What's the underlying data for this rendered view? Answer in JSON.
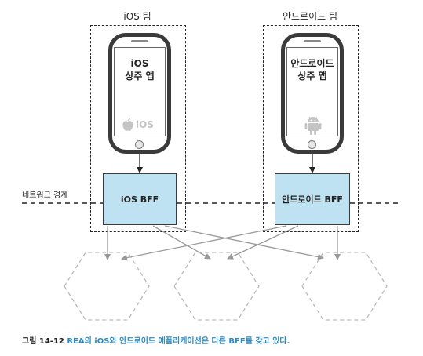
{
  "teams": {
    "ios": {
      "label": "iOS 팀",
      "app_line1": "iOS",
      "app_line2": "상주 앱",
      "logo_text": "iOS",
      "bff_label": "iOS BFF"
    },
    "android": {
      "label": "안드로이드 팀",
      "app_line1": "안드로이드",
      "app_line2": "상주 앱",
      "bff_label": "안드로이드 BFF"
    }
  },
  "network_boundary_label": "네트워크 경계",
  "caption": {
    "number": "그림 14-12",
    "text": "REA의 iOS와 안드로이드 애플리케이션은 다른 BFF를 갖고 있다."
  },
  "colors": {
    "bff_fill": "#bfe2f2",
    "caption_accent": "#2e8bc0",
    "hexagon": "#bbbbbb",
    "arrows": "#9a9a9a"
  }
}
